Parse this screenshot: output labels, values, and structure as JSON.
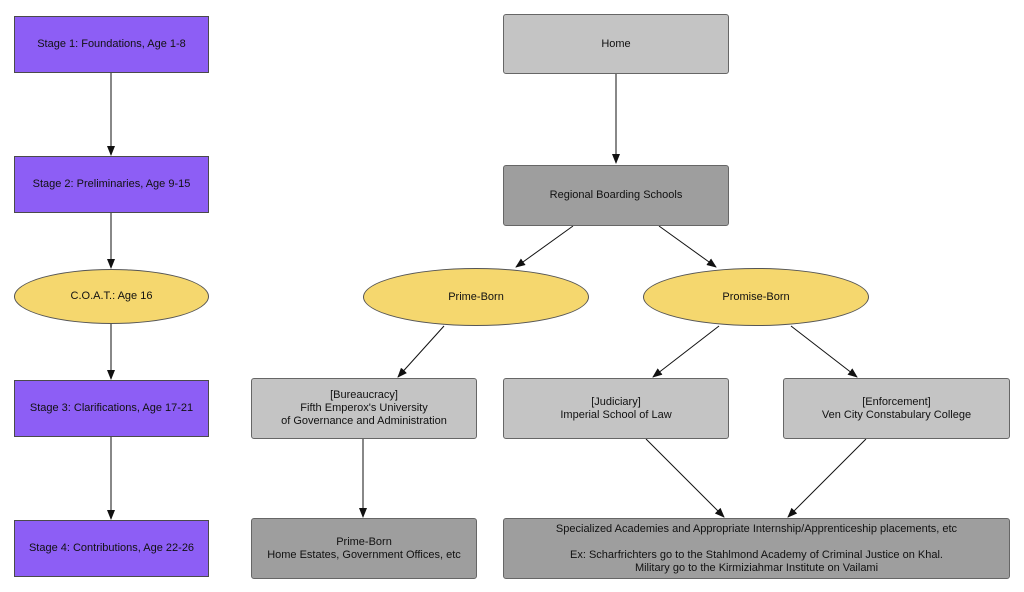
{
  "stages": {
    "stage1": "Stage 1: Foundations, Age 1-8",
    "stage2": "Stage 2: Preliminaries, Age 9-15",
    "coat": "C.O.A.T.: Age 16",
    "stage3": "Stage 3: Clarifications, Age 17-21",
    "stage4": "Stage 4: Contributions, Age 22-26"
  },
  "tree": {
    "home": "Home",
    "regional": "Regional Boarding Schools",
    "prime_born": "Prime-Born",
    "promise_born": "Promise-Born",
    "bureaucracy": {
      "line1": "[Bureaucracy]",
      "line2": "Fifth Emperox's University",
      "line3": "of Governance and Administration"
    },
    "judiciary": {
      "line1": "[Judiciary]",
      "line2": "Imperial School of Law"
    },
    "enforcement": {
      "line1": "[Enforcement]",
      "line2": "Ven City Constabulary College"
    },
    "prime_outcome": {
      "line1": "Prime-Born",
      "line2": "Home Estates, Government Offices, etc"
    },
    "specialized": {
      "line1": "Specialized Academies and Appropriate Internship/Apprenticeship placements, etc",
      "line2": "Ex: Scharfrichters go to the Stahlmond Academy of Criminal Justice on Khal.",
      "line3": "Military go to the Kirmiziahmar Institute on Vailami"
    }
  },
  "colors": {
    "stage_fill": "#8d5ef5",
    "ellipse_fill": "#f5d76e",
    "light_box": "#c4c4c4",
    "dark_box": "#9e9e9e"
  }
}
